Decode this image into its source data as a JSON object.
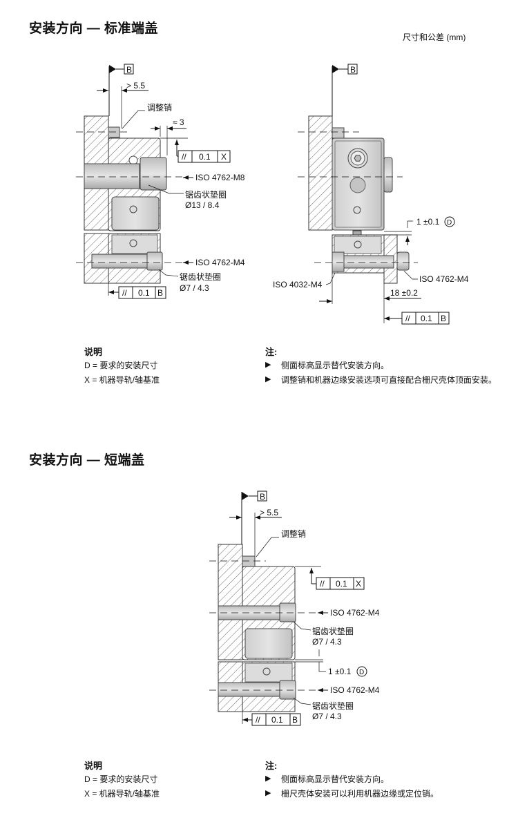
{
  "section1": {
    "title": "安装方向 — 标准端盖",
    "units": "尺寸和公差 (mm)",
    "left": {
      "datum": "B",
      "gap": "> 5.5",
      "pin": "调整销",
      "approx": "≈ 3",
      "tol_top": [
        "//",
        "0.1",
        "X"
      ],
      "screw_m8": "ISO 4762-M8",
      "washer1": "锯齿状垫圈",
      "washer1_size": "Ø13 / 8.4",
      "screw_m4": "ISO 4762-M4",
      "washer2": "锯齿状垫圈",
      "washer2_size": "Ø7 / 4.3",
      "tol_bottom": [
        "//",
        "0.1",
        "B"
      ]
    },
    "right": {
      "datum": "B",
      "offset": "1 ±0.1",
      "offset_ref": "D",
      "nut": "ISO 4032-M4",
      "screw_m4": "ISO 4762-M4",
      "dim": "18 ±0.2",
      "tol_bottom": [
        "//",
        "0.1",
        "B"
      ]
    },
    "legend": {
      "title": "说明",
      "items": [
        "D = 要求的安装尺寸",
        "X = 机器导轨/轴基准"
      ]
    },
    "notes": {
      "title": "注:",
      "items": [
        "侧面标高显示替代安装方向。",
        "调整销和机器边缘安装选项可直接配合栅尺壳体顶面安装。"
      ]
    }
  },
  "section2": {
    "title": "安装方向 — 短端盖",
    "diagram": {
      "datum": "B",
      "gap": "> 5.5",
      "pin": "调整销",
      "tol_top": [
        "//",
        "0.1",
        "X"
      ],
      "screw_top": "ISO 4762-M4",
      "washer1": "锯齿状垫圈",
      "washer1_size": "Ø7 / 4.3",
      "offset": "1 ±0.1",
      "offset_ref": "D",
      "screw_bottom": "ISO 4762-M4",
      "washer2": "锯齿状垫圈",
      "washer2_size": "Ø7 / 4.3",
      "tol_bottom": [
        "//",
        "0.1",
        "B"
      ]
    },
    "legend": {
      "title": "说明",
      "items": [
        "D = 要求的安装尺寸",
        "X = 机器导轨/轴基准"
      ]
    },
    "notes": {
      "title": "注:",
      "items": [
        "侧面标高显示替代安装方向。",
        "栅尺壳体安装可以利用机器边缘或定位销。"
      ]
    }
  },
  "colors": {
    "part_fill": "#c9c9c9",
    "part_stroke": "#444444",
    "text": "#111111"
  }
}
